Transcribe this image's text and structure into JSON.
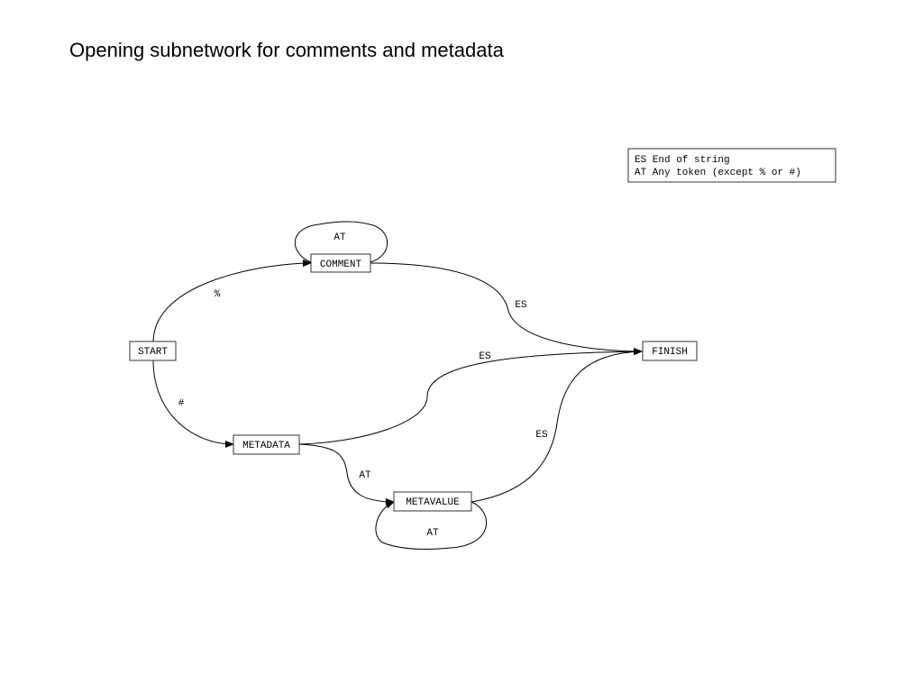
{
  "title": "Opening subnetwork for comments and metadata",
  "legend": [
    "ES End of string",
    "AT Any token (except % or #)"
  ],
  "nodes": {
    "start": "START",
    "comment": "COMMENT",
    "metadata": "METADATA",
    "metavalue": "METAVALUE",
    "finish": "FINISH"
  },
  "edges": {
    "start_to_comment": "%",
    "start_to_metadata": "#",
    "comment_loop": "AT",
    "comment_to_finish": "ES",
    "metadata_to_finish": "ES",
    "metadata_to_metavalue": "AT",
    "metavalue_loop": "AT",
    "metavalue_to_finish": "ES"
  }
}
